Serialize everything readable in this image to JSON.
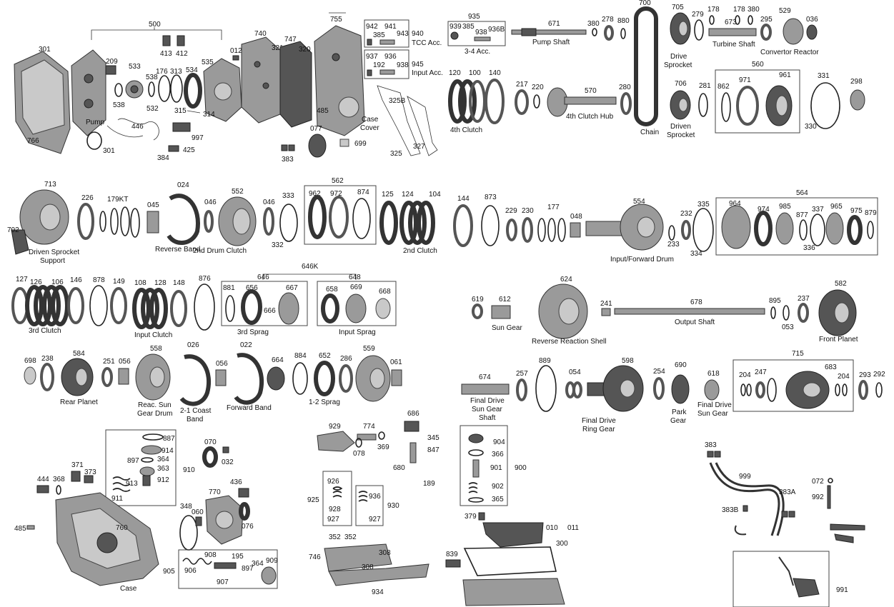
{
  "labels": {
    "n500": "500",
    "n301a": "301",
    "n766": "766",
    "n209": "209",
    "n533": "533",
    "n538a": "538",
    "n538b": "538",
    "n176": "176",
    "n313": "313",
    "n534": "534",
    "n535": "535",
    "n413": "413",
    "n412": "412",
    "n532": "532",
    "n446": "446",
    "n301b": "301",
    "n315": "315",
    "n314": "314",
    "n997": "997",
    "n425": "425",
    "n384": "384",
    "n012": "012",
    "n740": "740",
    "n321": "321",
    "n747": "747",
    "n320": "320",
    "n755": "755",
    "n485a": "485",
    "n077": "077",
    "n383a": "383",
    "n699": "699",
    "n325B": "325B",
    "n325": "325",
    "n327": "327",
    "n942": "942",
    "n941": "941",
    "n385a": "385",
    "n943": "943",
    "n940": "940",
    "n937": "937",
    "n936a": "936",
    "n192": "192",
    "n938a": "938",
    "n945": "945",
    "n935": "935",
    "n939": "939",
    "n385b": "385",
    "n938b": "938",
    "n936B": "936B",
    "n671": "671",
    "n380a": "380",
    "n278": "278",
    "n880": "880",
    "n700": "700",
    "n705": "705",
    "n279": "279",
    "n178a": "178",
    "n178b": "178",
    "n380b": "380",
    "n673": "673",
    "n295": "295",
    "n529": "529",
    "n036": "036",
    "n120": "120",
    "n100": "100",
    "n140": "140",
    "n217": "217",
    "n220": "220",
    "n570": "570",
    "n280": "280",
    "n706": "706",
    "n281": "281",
    "n560": "560",
    "n862": "862",
    "n971": "971",
    "n961": "961",
    "n331": "331",
    "n330": "330",
    "n298": "298",
    "n713": "713",
    "n702": "702",
    "n226": "226",
    "n179KT": "179KT",
    "n024": "024",
    "n045": "045",
    "n046a": "046",
    "n552": "552",
    "n046b": "046",
    "n333": "333",
    "n332": "332",
    "n562": "562",
    "n962": "962",
    "n972": "972",
    "n874": "874",
    "n125": "125",
    "n124": "124",
    "n104": "104",
    "n144": "144",
    "n873": "873",
    "n229": "229",
    "n230": "230",
    "n177": "177",
    "n048": "048",
    "n554": "554",
    "n233": "233",
    "n232": "232",
    "n335": "335",
    "n334": "334",
    "n564": "564",
    "n964": "964",
    "n974": "974",
    "n985": "985",
    "n877": "877",
    "n337": "337",
    "n965": "965",
    "n975": "975",
    "n879": "879",
    "n336": "336",
    "n127": "127",
    "n126": "126",
    "n106": "106",
    "n146": "146",
    "n878": "878",
    "n149": "149",
    "n108": "108",
    "n128": "128",
    "n148": "148",
    "n876": "876",
    "n646K": "646K",
    "n646": "646",
    "n648": "648",
    "n881": "881",
    "n656": "656",
    "n667": "667",
    "n666": "666",
    "n658": "658",
    "n669": "669",
    "n668": "668",
    "n619": "619",
    "n612": "612",
    "n624": "624",
    "n241": "241",
    "n678": "678",
    "n895": "895",
    "n053": "053",
    "n237": "237",
    "n582": "582",
    "n698": "698",
    "n238": "238",
    "n584": "584",
    "n251": "251",
    "n056a": "056",
    "n558": "558",
    "n026": "026",
    "n056b": "056",
    "n022": "022",
    "n664": "664",
    "n884": "884",
    "n652": "652",
    "n286": "286",
    "n559": "559",
    "n061": "061",
    "n674": "674",
    "n257": "257",
    "n889": "889",
    "n054": "054",
    "n598": "598",
    "n254": "254",
    "n690": "690",
    "n618": "618",
    "n715": "715",
    "n204a": "204",
    "n247": "247",
    "n683": "683",
    "n204b": "204",
    "n293": "293",
    "n292": "292",
    "n887": "887",
    "n914": "914",
    "n897a": "897",
    "n364a": "364",
    "n363": "363",
    "n910": "910",
    "n913": "913",
    "n912": "912",
    "n911": "911",
    "n070": "070",
    "n032": "032",
    "n444": "444",
    "n368": "368",
    "n371": "371",
    "n373": "373",
    "n436": "436",
    "n770": "770",
    "n348": "348",
    "n060": "060",
    "n076": "076",
    "n485b": "485",
    "n760": "760",
    "n905": "905",
    "n908": "908",
    "n195": "195",
    "n364b": "364",
    "n909": "909",
    "n906": "906",
    "n897b": "897",
    "n907": "907",
    "n929": "929",
    "n774": "774",
    "n078": "078",
    "n369": "369",
    "n686": "686",
    "n345": "345",
    "n847": "847",
    "n680": "680",
    "n189": "189",
    "n925": "925",
    "n926": "926",
    "n928": "928",
    "n927a": "927",
    "n936b": "936",
    "n930": "930",
    "n927b": "927",
    "n352a": "352",
    "n352b": "352",
    "n746": "746",
    "n308a": "308",
    "n308b": "308",
    "n934": "934",
    "n904": "904",
    "n366": "366",
    "n901": "901",
    "n900": "900",
    "n902": "902",
    "n365": "365",
    "n379": "379",
    "n010": "010",
    "n011": "011",
    "n300": "300",
    "n839": "839",
    "n383b": "383",
    "n999": "999",
    "n072": "072",
    "n992": "992",
    "n383A": "383A",
    "n383B": "383B",
    "n991": "991"
  },
  "captions": {
    "pump": "Pump",
    "tcc_acc": "TCC Acc.",
    "input_acc": "Input Acc.",
    "acc_34": "3-4 Acc.",
    "pump_shaft": "Pump Shaft",
    "case_cover_1": "Case",
    "case_cover_2": "Cover",
    "fourth_clutch": "4th Clutch",
    "fourth_clutch_hub": "4th Clutch Hub",
    "chain": "Chain",
    "drive_sprocket_1": "Drive",
    "drive_sprocket_2": "Sprocket",
    "driven_sprocket_1": "Driven",
    "driven_sprocket_2": "Sprocket",
    "turbine_shaft": "Turbine Shaft",
    "convertor_reactor": "Convertor Reactor",
    "driven_sprocket_support_1": "Driven Sprocket",
    "driven_sprocket_support_2": "Support",
    "reverse_band": "Reverse Band",
    "second_drum_clutch": "2nd Drum Clutch",
    "second_clutch": "2nd Clutch",
    "input_forward_drum": "Input/Forward Drum",
    "third_clutch": "3rd Clutch",
    "input_clutch": "Input Clutch",
    "third_sprag": "3rd Sprag",
    "input_sprag": "Input Sprag",
    "sun_gear": "Sun Gear",
    "reverse_reaction_shell": "Reverse Reaction Shell",
    "output_shaft": "Output Shaft",
    "front_planet": "Front Planet",
    "rear_planet": "Rear Planet",
    "reac_sun_gear_drum_1": "Reac. Sun",
    "reac_sun_gear_drum_2": "Gear Drum",
    "coast_band_1": "2-1 Coast",
    "coast_band_2": "Band",
    "forward_band": "Forward Band",
    "sprag_12": "1-2 Sprag",
    "final_drive_sun_gear_shaft_1": "Final Drive",
    "final_drive_sun_gear_shaft_2": "Sun Gear",
    "final_drive_sun_gear_shaft_3": "Shaft",
    "final_drive_ring_gear_1": "Final Drive",
    "final_drive_ring_gear_2": "Ring Gear",
    "park_gear_1": "Park",
    "park_gear_2": "Gear",
    "final_drive_sun_gear_1": "Final Drive",
    "final_drive_sun_gear_2": "Sun Gear",
    "case": "Case"
  },
  "colors": {
    "background": "#ffffff",
    "ink": "#111111",
    "metal_mid": "#9a9a9a",
    "metal_dark": "#555555",
    "metal_light": "#c9c9c9"
  }
}
